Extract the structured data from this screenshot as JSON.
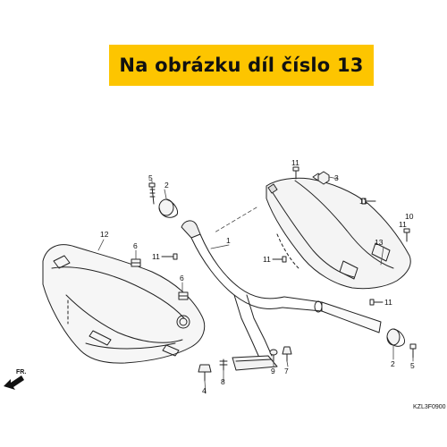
{
  "banner": {
    "text": "Na obrázku díl číslo 13",
    "color": "#fdc500"
  },
  "diagram_code": "KZL3F0900",
  "direction_label": "FR.",
  "callouts": {
    "c1": "1",
    "c2a": "2",
    "c2b": "2",
    "c3": "3",
    "c4": "4",
    "c5a": "5",
    "c5b": "5",
    "c6a": "6",
    "c6b": "6",
    "c7": "7",
    "c8": "8",
    "c9": "9",
    "c10": "10",
    "c11a": "11",
    "c11b": "11",
    "c11c": "11",
    "c11d": "11",
    "c11e": "11",
    "c12": "12",
    "c13": "13"
  }
}
